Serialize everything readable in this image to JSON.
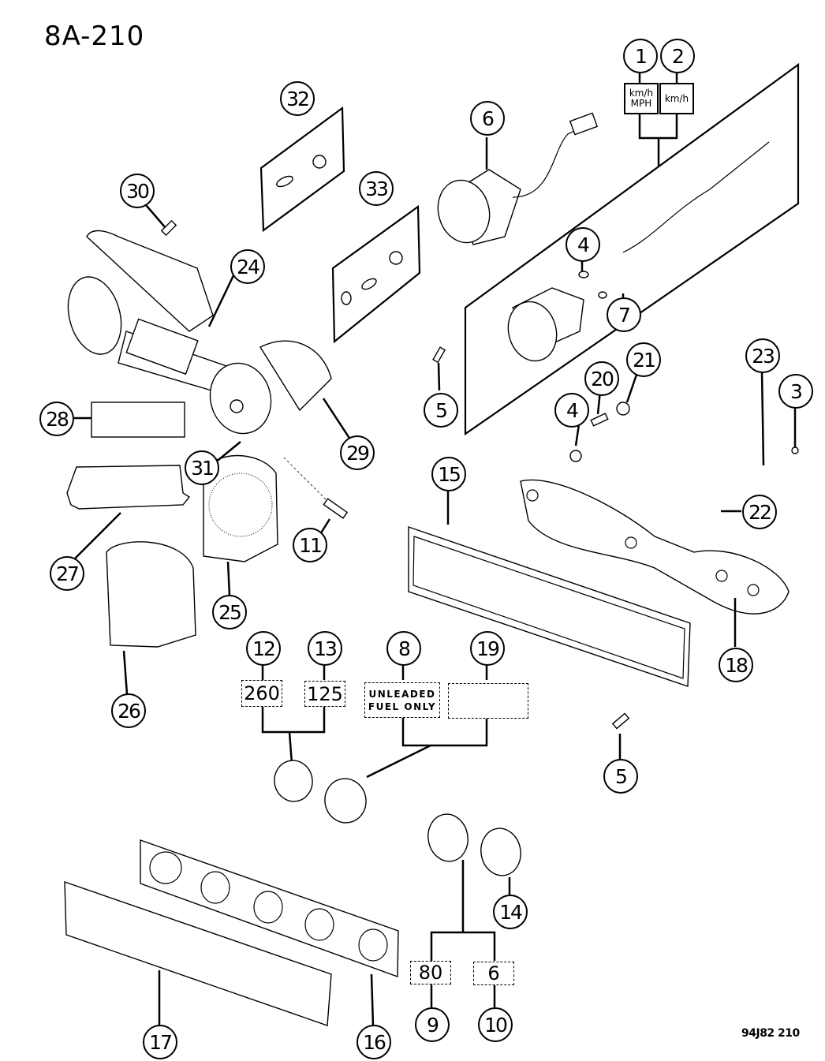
{
  "header": {
    "page_code": "8A-210"
  },
  "footer": {
    "figure_code": "94J82 210"
  },
  "callouts": [
    {
      "id": "1",
      "label": "1"
    },
    {
      "id": "2",
      "label": "2"
    },
    {
      "id": "3",
      "label": "3"
    },
    {
      "id": "4a",
      "label": "4"
    },
    {
      "id": "4b",
      "label": "4"
    },
    {
      "id": "5a",
      "label": "5"
    },
    {
      "id": "5b",
      "label": "5"
    },
    {
      "id": "6",
      "label": "6"
    },
    {
      "id": "7",
      "label": "7"
    },
    {
      "id": "8",
      "label": "8"
    },
    {
      "id": "9",
      "label": "9"
    },
    {
      "id": "10",
      "label": "10"
    },
    {
      "id": "11",
      "label": "11"
    },
    {
      "id": "12",
      "label": "12"
    },
    {
      "id": "13",
      "label": "13"
    },
    {
      "id": "14",
      "label": "14"
    },
    {
      "id": "15",
      "label": "15"
    },
    {
      "id": "16",
      "label": "16"
    },
    {
      "id": "17",
      "label": "17"
    },
    {
      "id": "18",
      "label": "18"
    },
    {
      "id": "19",
      "label": "19"
    },
    {
      "id": "20",
      "label": "20"
    },
    {
      "id": "21",
      "label": "21"
    },
    {
      "id": "22",
      "label": "22"
    },
    {
      "id": "23",
      "label": "23"
    },
    {
      "id": "24",
      "label": "24"
    },
    {
      "id": "25",
      "label": "25"
    },
    {
      "id": "26",
      "label": "26"
    },
    {
      "id": "27",
      "label": "27"
    },
    {
      "id": "28",
      "label": "28"
    },
    {
      "id": "29",
      "label": "29"
    },
    {
      "id": "30",
      "label": "30"
    },
    {
      "id": "31",
      "label": "31"
    },
    {
      "id": "32",
      "label": "32"
    },
    {
      "id": "33",
      "label": "33"
    }
  ],
  "labels": {
    "speedo_1": "km/h\nMPH",
    "speedo_2": "km/h",
    "gauge_12": "260",
    "gauge_13": "125",
    "fuel_8": "UNLEADED\nFUEL ONLY",
    "fuel_19": "",
    "gauge_9": "80",
    "gauge_10": "6"
  }
}
